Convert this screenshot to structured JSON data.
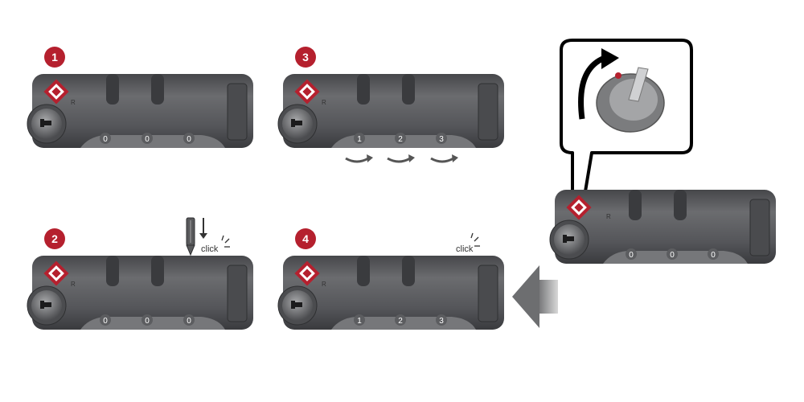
{
  "steps": [
    {
      "badge": "1",
      "dials": [
        "0",
        "0",
        "0"
      ]
    },
    {
      "badge": "2",
      "dials": [
        "0",
        "0",
        "0"
      ],
      "click": "click"
    },
    {
      "badge": "3",
      "dials": [
        "1",
        "2",
        "3"
      ]
    },
    {
      "badge": "4",
      "dials": [
        "1",
        "2",
        "3"
      ],
      "click": "click"
    }
  ],
  "reset_lock": {
    "dials": [
      "0",
      "0",
      "0"
    ]
  },
  "mark": "R",
  "colors": {
    "badge": "#b5202e",
    "body": "#5a5b5d",
    "body_dark": "#3e3f41",
    "body_light": "#8a8b8d",
    "arrow": "#6d6e70"
  }
}
